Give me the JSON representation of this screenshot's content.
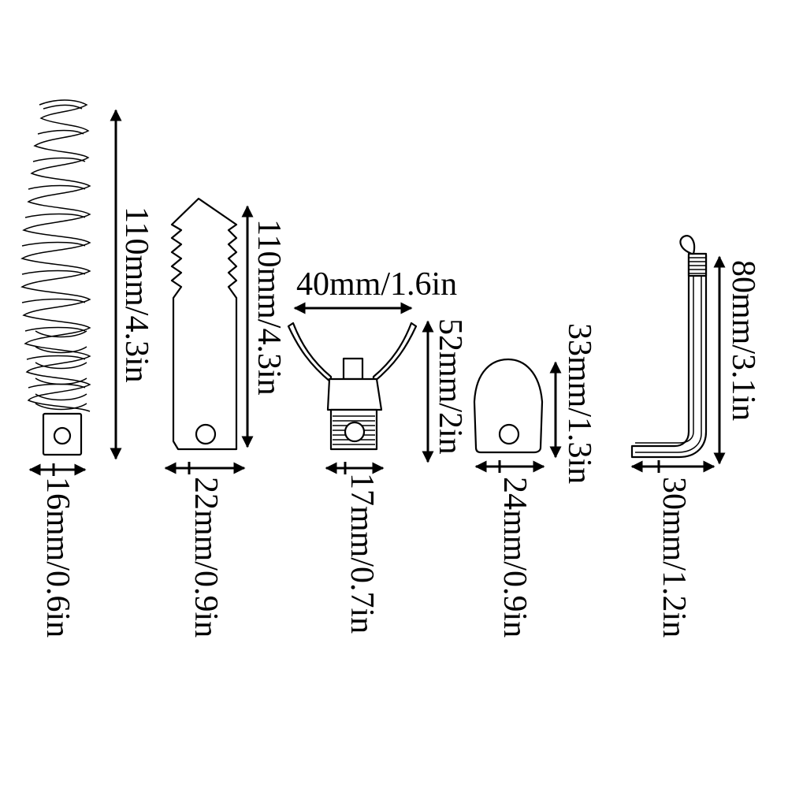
{
  "dimensions": {
    "spring_height": "110mm/4.3in",
    "spring_width": "16mm/0.6in",
    "saw_height": "110mm/4.3in",
    "saw_width": "22mm/0.9in",
    "fork_span": "40mm/1.6in",
    "fork_height": "52mm/2in",
    "fork_width": "17mm/0.7in",
    "blade_height": "33mm/1.3in",
    "blade_width": "24mm/0.9in",
    "hook_height": "80mm/3.1in",
    "hook_width": "30mm/1.2in"
  }
}
